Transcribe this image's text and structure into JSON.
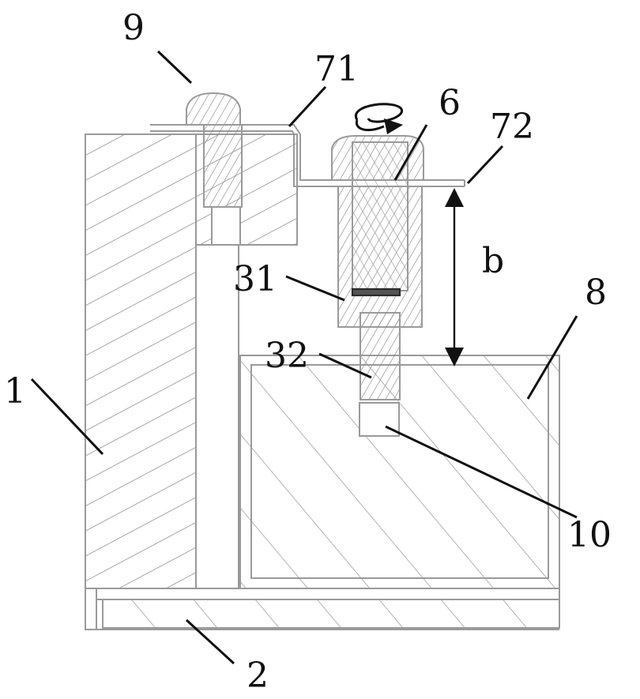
{
  "figure": {
    "labels": {
      "n1": "1",
      "n2": "2",
      "n6": "6",
      "n8": "8",
      "n9": "9",
      "n10": "10",
      "n31": "31",
      "n32": "32",
      "n71": "71",
      "n72": "72",
      "dim_b": "b"
    },
    "colors": {
      "outline": "#9a9a9a",
      "hatch": "#8a8a8a",
      "leader": "#111111",
      "arrow_fill": "#ffffff"
    },
    "icons": {
      "rotation": "rotation-arrow-icon"
    }
  }
}
